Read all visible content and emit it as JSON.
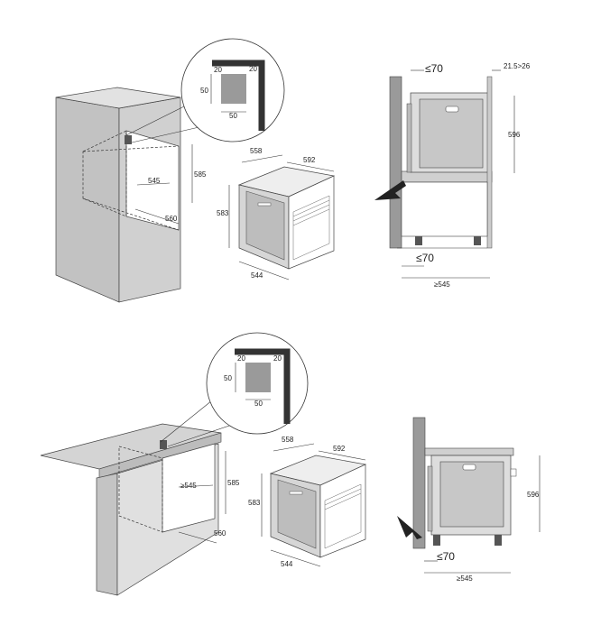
{
  "installation_tall_cabinet": {
    "detail": {
      "h_top": "20",
      "w_top": "20",
      "side": "50",
      "bottom": "50"
    },
    "niche": {
      "height": "585",
      "depth": "545",
      "width": "560"
    },
    "oven": {
      "depth": "558",
      "width": "592",
      "height": "583",
      "width_front": "544"
    },
    "side_view": {
      "gap_top": "≤70",
      "gap_side": "21.5>26",
      "height": "596",
      "gap_bottom": "≤70",
      "depth": "≥545"
    }
  },
  "installation_under_counter": {
    "detail": {
      "h_top": "20",
      "w_top": "20",
      "side": "50",
      "bottom": "50"
    },
    "niche": {
      "height": "585",
      "depth": "≥545",
      "width": "560"
    },
    "oven": {
      "depth": "558",
      "width": "592",
      "height": "583",
      "width_front": "544"
    },
    "side_view": {
      "height": "596",
      "gap_bottom": "≤70",
      "depth": "≥545"
    }
  },
  "colors": {
    "panel": "#c9c9c9",
    "panel_dark": "#9a9a9a",
    "oven_gray": "#d8d8d8",
    "line": "#333333"
  }
}
